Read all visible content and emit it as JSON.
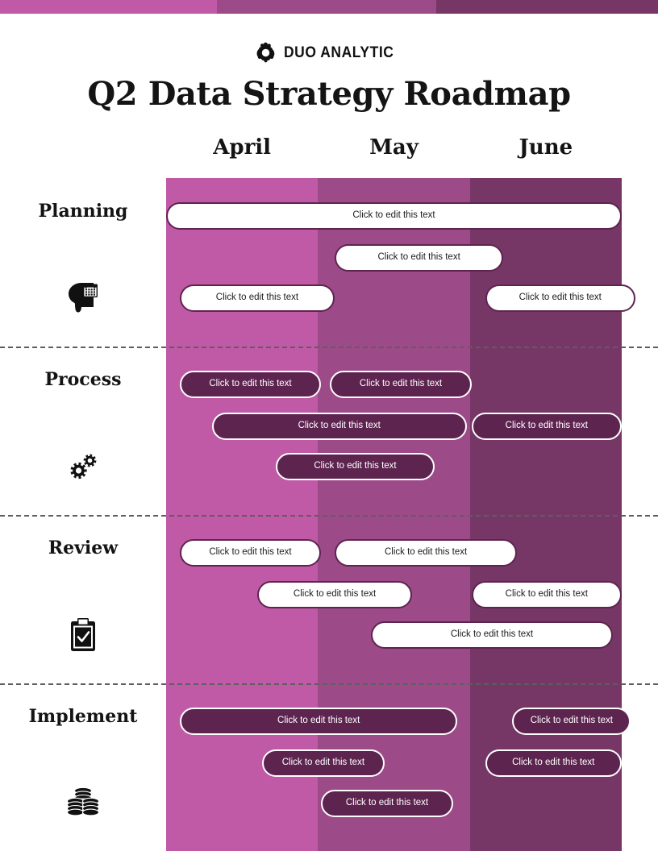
{
  "brand": {
    "logo_icon": "gear-icon",
    "name": "DUO ANALYTIC"
  },
  "title": "Q2 Data Strategy Roadmap",
  "colors": {
    "column_april": "#c05aa6",
    "column_may": "#9c4a88",
    "column_june": "#763767",
    "bar_dark": "#5e2450",
    "bar_light": "#ffffff",
    "text_dark": "#141414",
    "separator": "#5e5e5e"
  },
  "chart_data": {
    "type": "bar",
    "title": "Q2 Data Strategy Roadmap",
    "xlabel": "",
    "ylabel": "",
    "legend_position": "none",
    "grid": false,
    "categories": [
      "April",
      "May",
      "June"
    ],
    "rows": [
      {
        "label": "Planning",
        "icon": "head-calendar-icon",
        "style": "light",
        "tasks": [
          {
            "text": "Click to edit this text",
            "start": 0.0,
            "end": 1.0,
            "lane": 0
          },
          {
            "text": "Click to edit this text",
            "start": 0.37,
            "end": 0.74,
            "lane": 1
          },
          {
            "text": "Click to edit this text",
            "start": 0.03,
            "end": 0.37,
            "lane": 2
          },
          {
            "text": "Click to edit this text",
            "start": 0.7,
            "end": 1.03,
            "lane": 2
          }
        ]
      },
      {
        "label": "Process",
        "icon": "gears-icon",
        "style": "dark",
        "tasks": [
          {
            "text": "Click to edit this text",
            "start": 0.03,
            "end": 0.34,
            "lane": 0
          },
          {
            "text": "Click to edit this text",
            "start": 0.36,
            "end": 0.67,
            "lane": 0
          },
          {
            "text": "Click to edit this text",
            "start": 0.1,
            "end": 0.66,
            "lane": 1
          },
          {
            "text": "Click to edit this text",
            "start": 0.67,
            "end": 1.0,
            "lane": 1
          },
          {
            "text": "Click to edit this text",
            "start": 0.24,
            "end": 0.59,
            "lane": 2
          }
        ]
      },
      {
        "label": "Review",
        "icon": "clipboard-check-icon",
        "style": "light",
        "tasks": [
          {
            "text": "Click to edit this text",
            "start": 0.03,
            "end": 0.34,
            "lane": 0
          },
          {
            "text": "Click to edit this text",
            "start": 0.37,
            "end": 0.77,
            "lane": 0
          },
          {
            "text": "Click to edit this text",
            "start": 0.2,
            "end": 0.54,
            "lane": 1
          },
          {
            "text": "Click to edit this text",
            "start": 0.67,
            "end": 1.0,
            "lane": 1
          },
          {
            "text": "Click to edit this text",
            "start": 0.45,
            "end": 0.98,
            "lane": 2
          }
        ]
      },
      {
        "label": "Implement",
        "icon": "coins-icon",
        "style": "dark",
        "tasks": [
          {
            "text": "Click to edit this text",
            "start": 0.03,
            "end": 0.64,
            "lane": 0
          },
          {
            "text": "Click to edit this text",
            "start": 0.76,
            "end": 1.02,
            "lane": 0
          },
          {
            "text": "Click to edit this text",
            "start": 0.21,
            "end": 0.48,
            "lane": 1
          },
          {
            "text": "Click to edit this text",
            "start": 0.7,
            "end": 1.0,
            "lane": 1
          },
          {
            "text": "Click to edit this text",
            "start": 0.34,
            "end": 0.63,
            "lane": 2
          }
        ]
      }
    ]
  }
}
